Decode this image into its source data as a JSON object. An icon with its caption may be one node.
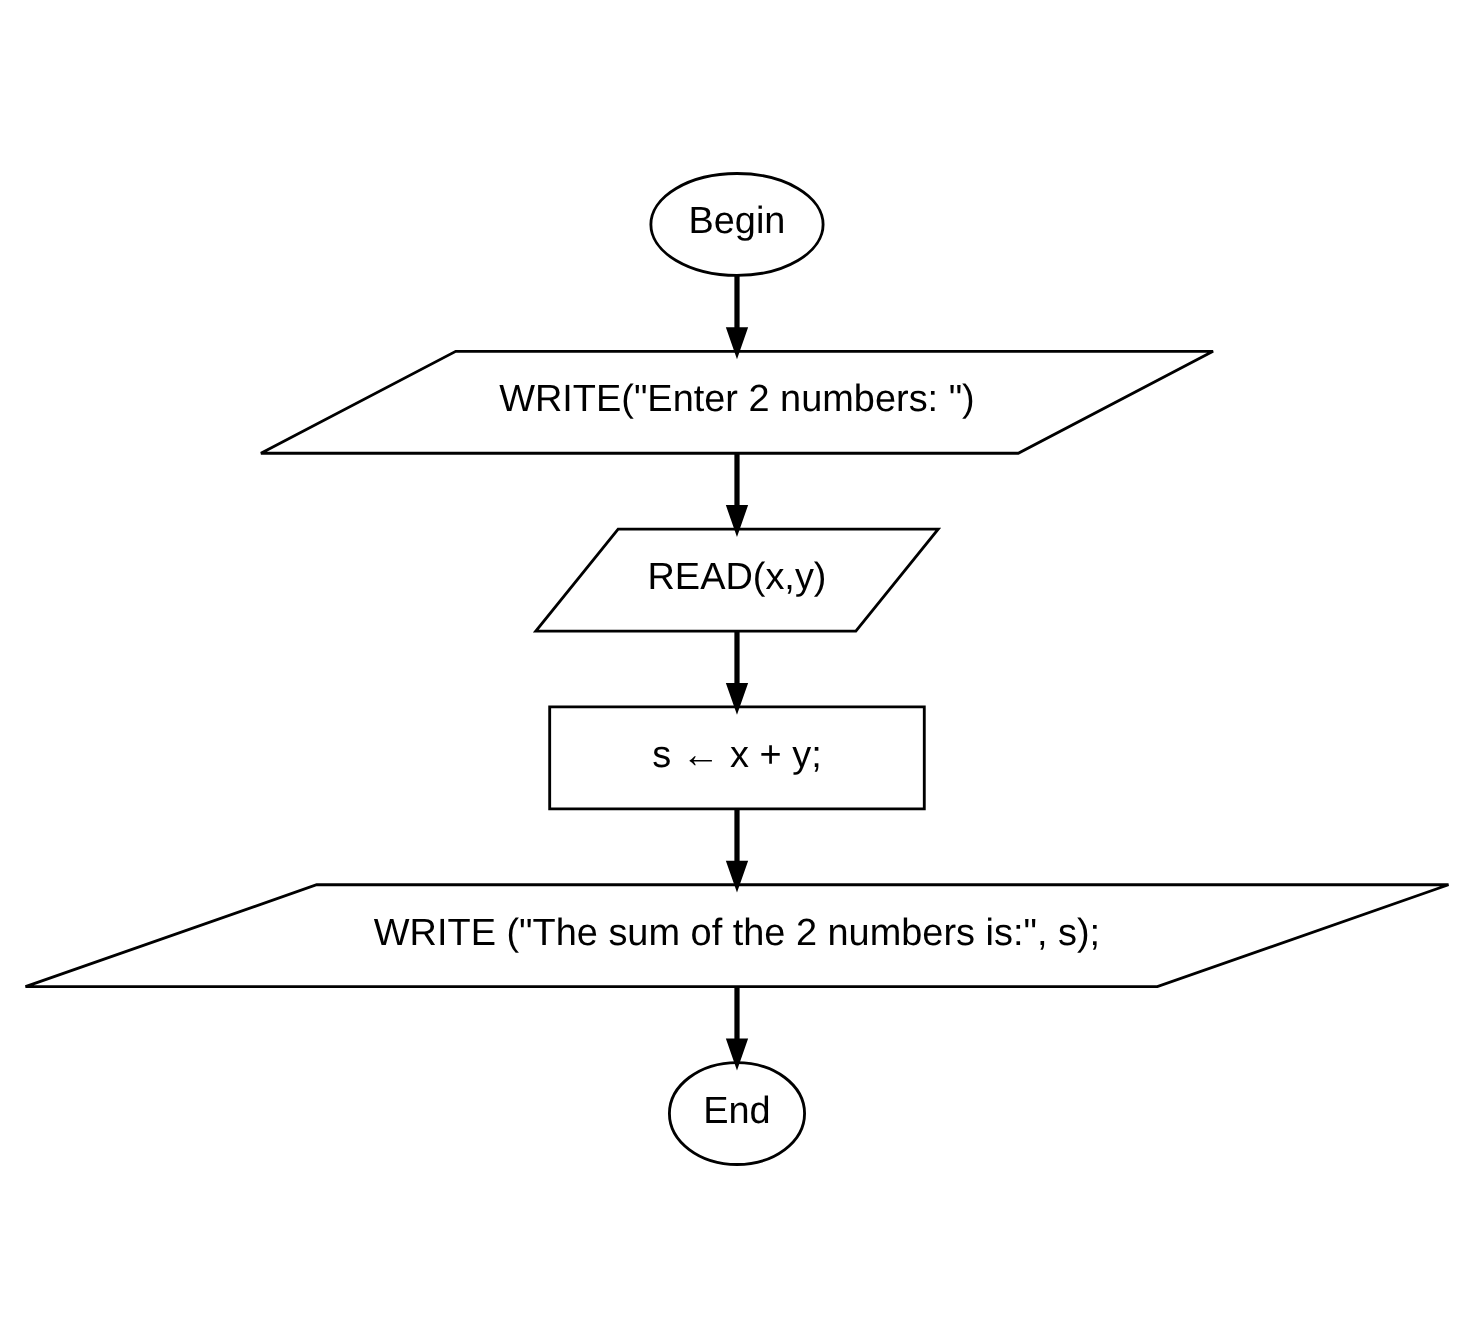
{
  "diagram": {
    "nodes": [
      {
        "text": [
          "Begin"
        ]
      },
      {
        "text": [
          "WRITE(\"Enter 2 numbers: \")"
        ]
      },
      {
        "text": [
          "READ(x,y)"
        ]
      },
      {
        "text": [
          "s ← x + y;"
        ]
      },
      {
        "text": [
          "WRITE (\"The sum of the 2 numbers is:\", s);"
        ]
      },
      {
        "text": [
          "End"
        ]
      }
    ],
    "edges": [
      {
        "from": 0,
        "to": 1,
        "arrow": "to"
      },
      {
        "from": 1,
        "to": 2,
        "arrow": "to"
      },
      {
        "from": 2,
        "to": 3,
        "arrow": "to"
      },
      {
        "from": 3,
        "to": 4,
        "arrow": "to"
      },
      {
        "from": 4,
        "to": 5,
        "arrow": "to"
      }
    ]
  }
}
